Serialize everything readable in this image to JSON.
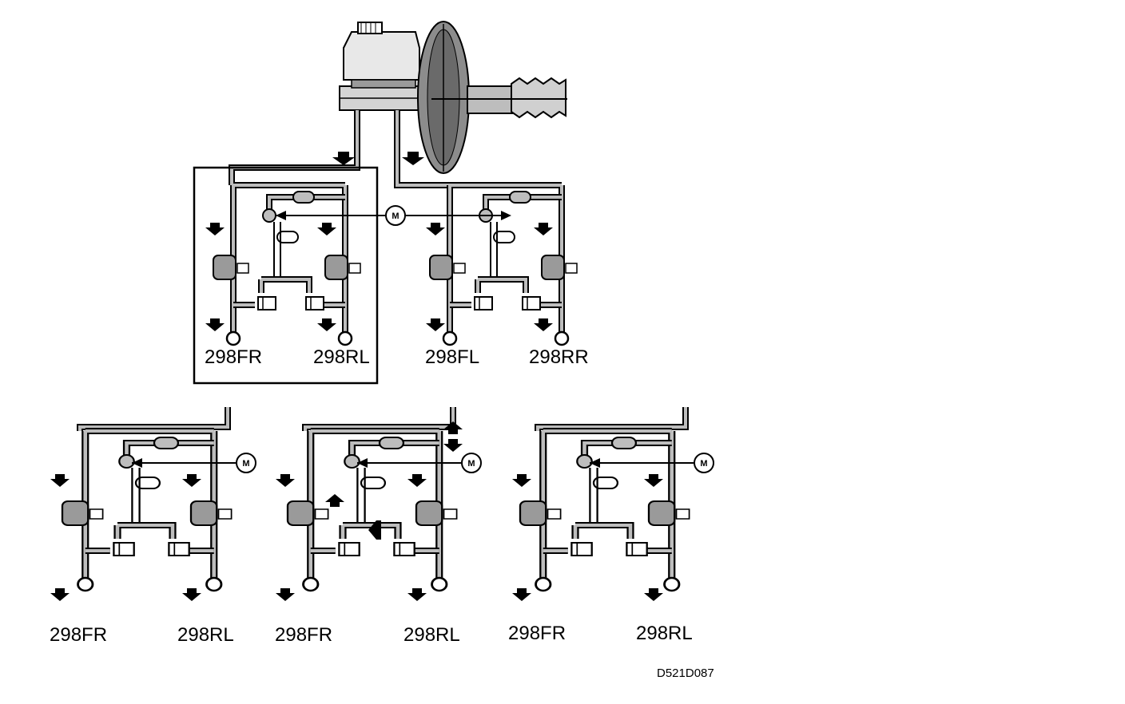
{
  "diagram": {
    "top_circuit_labels": [
      "298FR",
      "298RL",
      "298FL",
      "298RR"
    ],
    "panel_a_labels": [
      "298FR",
      "298RL"
    ],
    "panel_b_labels": [
      "298FR",
      "298RL"
    ],
    "panel_c_labels": [
      "298FR",
      "298RL"
    ],
    "motor_label": "M",
    "drawing_code": "D521D087",
    "colors": {
      "line": "#000000",
      "pipe_fill": "#bdbdbd",
      "background": "#ffffff"
    }
  }
}
